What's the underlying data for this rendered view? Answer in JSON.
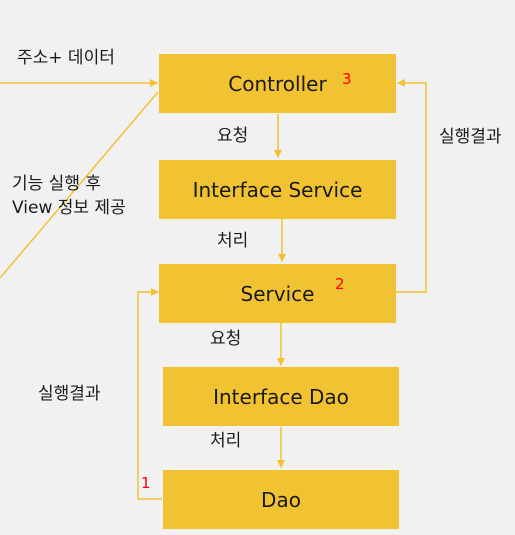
{
  "colors": {
    "box": "#f1c232",
    "connector": "#f1c232",
    "marker": "#ff0000",
    "background": "#f1f1f1"
  },
  "nodes": {
    "controller": "Controller",
    "interface_service": "Interface Service",
    "service": "Service",
    "interface_dao": "Interface Dao",
    "dao": "Dao"
  },
  "labels": {
    "input": "주소+ 데이터",
    "feature_line1": "기능 실행 후",
    "feature_line2": "View 정보 제공",
    "request_1": "요청",
    "process_1": "처리",
    "request_2": "요청",
    "process_2": "처리",
    "result_right": "실행결과",
    "result_left": "실행결과"
  },
  "markers": {
    "one": "1",
    "two": "2",
    "three": "3"
  }
}
